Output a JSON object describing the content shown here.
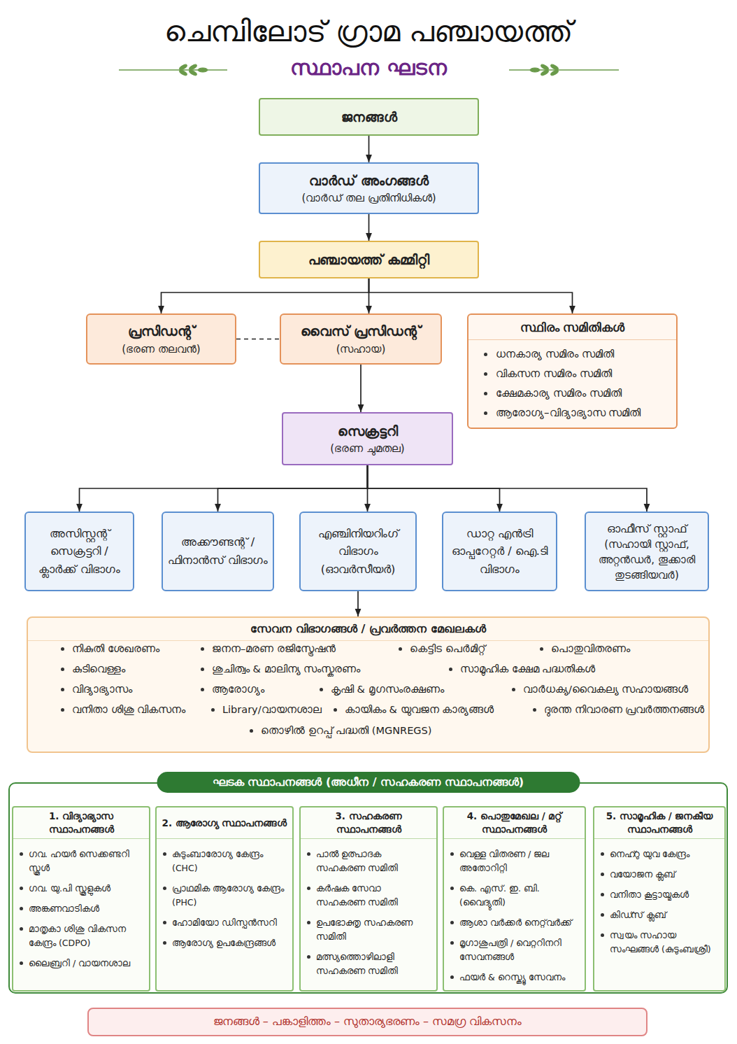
{
  "diagram": {
    "title": "ചെമ്പിലോട് ഗ്രാമ പഞ്ചായത്ത്",
    "nodes": [
      {
        "text": [
          "ജനങ്ങൾ"
        ]
      },
      {
        "text": [
          "വാർഡ് അംഗങ്ങൾ",
          "(വാർഡ് തല പ്രതിനിധികൾ)"
        ]
      },
      {
        "text": [
          "പഞ്ചായത്ത് കമ്മിറ്റി"
        ]
      },
      {
        "text": [
          "പ്രസിഡന്റ്",
          "(ഭരണ തലവൻ)"
        ]
      },
      {
        "text": [
          "വൈസ് പ്രസിഡന്റ്",
          "(സഹായ)"
        ]
      },
      {
        "text": [
          "സ്ഥിരം സമിതികൾ",
          "ധനകാര്യ സമിരം സമിതി",
          "വികസന സമിരം സമിതി",
          "ക്ഷേമകാര്യ സമിരം സമിതി",
          "ആരോഗ്യ–വിദ്യാഭ്യാസ സമിതി"
        ]
      },
      {
        "text": [
          "സെക്രട്ടറി",
          "(ഭരണ ചുമതല)"
        ]
      },
      {
        "text": [
          "അസിസ്റ്റന്റ് സെക്രട്ടറി / ക്ലാർക്ക് വിഭാഗം"
        ]
      },
      {
        "text": [
          "അക്കൗണ്ടന്റ് / ഫിനാൻസ് വിഭാഗം"
        ]
      },
      {
        "text": [
          "എഞ്ചിനിയറിംഗ് വിഭാഗം",
          "(ഓവർസീയർ)"
        ]
      },
      {
        "text": [
          "ഡാറ്റ എൻട്രി ഓപ്പറേറ്റർ / ഐ.ടി വിഭാഗം"
        ]
      },
      {
        "text": [
          "ഓഫീസ് സ്റ്റാഫ്",
          "(സഹായി സ്റ്റാഫ്, അറ്റൻഡർ, തൂക്കാരി തുടങ്ങിയവർ)"
        ]
      },
      {
        "text": [
          "സേവന വിഭാഗങ്ങൾ / പ്രവർത്തന മേഖലകൾ",
          "നികുതി ശേഖരണം",
          "ജനന–മരണ രജിസ്ട്രേഷൻ",
          "കെട്ടിട പെർമിറ്റ്",
          "പൊതുവിതരണം",
          "കുടിവെള്ളം",
          "ശുചിത്വം & മാലിന്യ സംസ്കരണം",
          "സാമൂഹിക ക്ഷേമ പദ്ധതികൾ",
          "വിദ്യാഭ്യാസം",
          "ആരോഗ്യം",
          "കൃഷി & മൃഗസംരക്ഷണം",
          "വാർധക്യ/വൈകല്യ സഹായങ്ങൾ",
          "വനിതാ ശിശു വികസനം",
          "Library/വായനശാല",
          "കായികം & യുവജന കാര്യങ്ങൾ",
          "ദുരന്ത നിവാരണ പ്രവർത്തനങ്ങൾ",
          "തൊഴിൽ ഉറപ്പ് പദ്ധതി (MGNREGS)"
        ]
      },
      {
        "text": [
          "ഘടക സ്ഥാപനങ്ങൾ (അധീന / സഹകരണ സ്ഥാപനങ്ങൾ)"
        ]
      },
      {
        "text": [
          "1. വിദ്യാഭ്യാസ സ്ഥാപനങ്ങൾ",
          "ഗവ. ഹയർ സെക്കണ്ടറി സ്കൂൾ",
          "ഗവ. യു.പി സ്കൂളുകൾ",
          "അങ്കണവാടികൾ",
          "മാതൃകാ ശിശു വികസന കേന്ദ്രം (CDPO)",
          "ലൈബ്രറി / വായനശാല"
        ],
        "in": 13
      },
      {
        "text": [
          "2. ആരോഗ്യ സ്ഥാപനങ്ങൾ",
          "കുടുംബാരോഗ്യ കേന്ദ്രം (CHC)",
          "പ്രാഥമിക ആരോഗ്യ കേന്ദ്രം (PHC)",
          "ഹോമിയോ ഡിസ്പൻസറി",
          "ആരോഗ്യ ഉപകേന്ദ്രങ്ങൾ"
        ],
        "in": 13
      },
      {
        "text": [
          "3. സഹകരണ സ്ഥാപനങ്ങൾ",
          "പാൽ ഉത്പാദക സഹകരണ സമിതി",
          "കർഷക സേവാ സഹകരണ സമിതി",
          "ഉപഭോക്തൃ സഹകരണ സമിതി",
          "മത്സ്യത്തൊഴിലാളി സഹകരണ സമിതി"
        ],
        "in": 13
      },
      {
        "text": [
          "4. പൊതുമേഖല / മറ്റ് സ്ഥാപനങ്ങൾ",
          "വെള്ള വിതരണ / ജല അതോറിറ്റി",
          "കെ. എസ്. ഇ. ബി. (വൈദ്യുതി)",
          "ആശാ വർക്കർ നെറ്റ്‌വർക്ക്",
          "മൃഗാശുപത്രി / വെറ്ററിനറി സേവനങ്ങൾ",
          "ഫയർ & റെസ്ക്യൂ സേവനം"
        ],
        "in": 13
      },
      {
        "text": [
          "5. സാമൂഹിക / ജനകീയ സ്ഥാപനങ്ങൾ",
          "നെഹ്റു യുവ കേന്ദ്രം",
          "വയോജന ക്ലബ്",
          "വനിതാ കൂട്ടായ്മകൾ",
          "കിഡ്സ് ക്ലബ്",
          "സ്വയം സഹായ സംഘങ്ങൾ (കുടുംബശ്രീ)"
        ],
        "in": 13
      },
      {
        "text": [
          "ജനങ്ങൾ – പങ്കാളിത്തം – സുതാര്യഭരണം – സമഗ്ര വികസനം"
        ]
      }
    ],
    "edges": [
      {
        "from": 0,
        "to": 1,
        "arrow": "to"
      },
      {
        "from": 1,
        "to": 2,
        "arrow": "to"
      },
      {
        "from": 2,
        "to": 3,
        "arrow": "to"
      },
      {
        "from": 2,
        "to": 4,
        "arrow": "to"
      },
      {
        "from": 2,
        "to": 5,
        "arrow": "to"
      },
      {
        "from": 3,
        "to": 4,
        "arrow": "none"
      },
      {
        "from": 4,
        "to": 6,
        "arrow": "to"
      },
      {
        "from": 6,
        "to": 7,
        "arrow": "to"
      },
      {
        "from": 6,
        "to": 8,
        "arrow": "to"
      },
      {
        "from": 6,
        "to": 9,
        "arrow": "to"
      },
      {
        "from": 6,
        "to": 10,
        "arrow": "to"
      },
      {
        "from": 6,
        "to": 11,
        "arrow": "to"
      },
      {
        "from": 9,
        "to": 12,
        "arrow": "to"
      }
    ],
    "labels": [
      "സ്ഥാപന ഘടന"
    ]
  }
}
